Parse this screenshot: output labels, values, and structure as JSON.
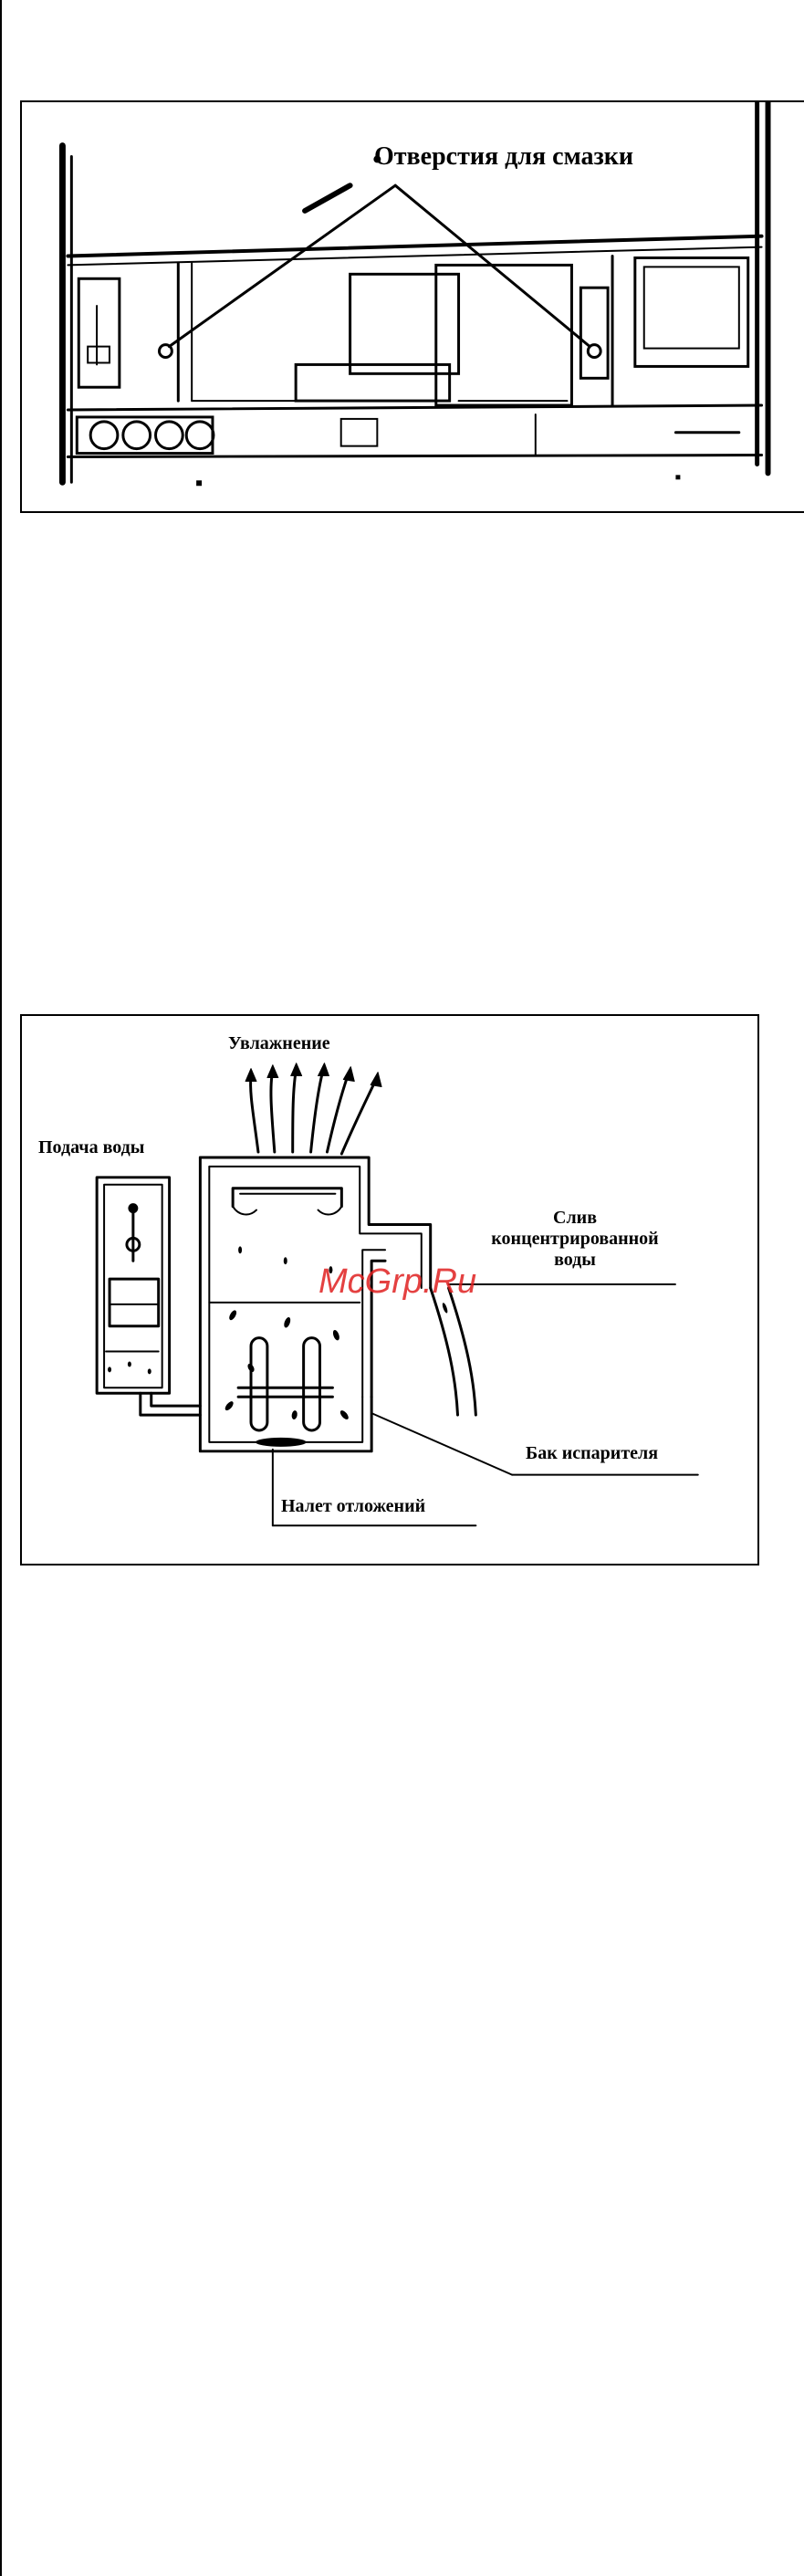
{
  "figure_1": {
    "label": "Отверстия для смазки"
  },
  "figure_2": {
    "humidification": "Увлажнение",
    "water_supply": "Подача воды",
    "drain": "Слив концентрированной воды",
    "evaporator_tank": "Бак испарителя",
    "deposit": "Налет отложений"
  },
  "watermark": "McGrp.Ru"
}
